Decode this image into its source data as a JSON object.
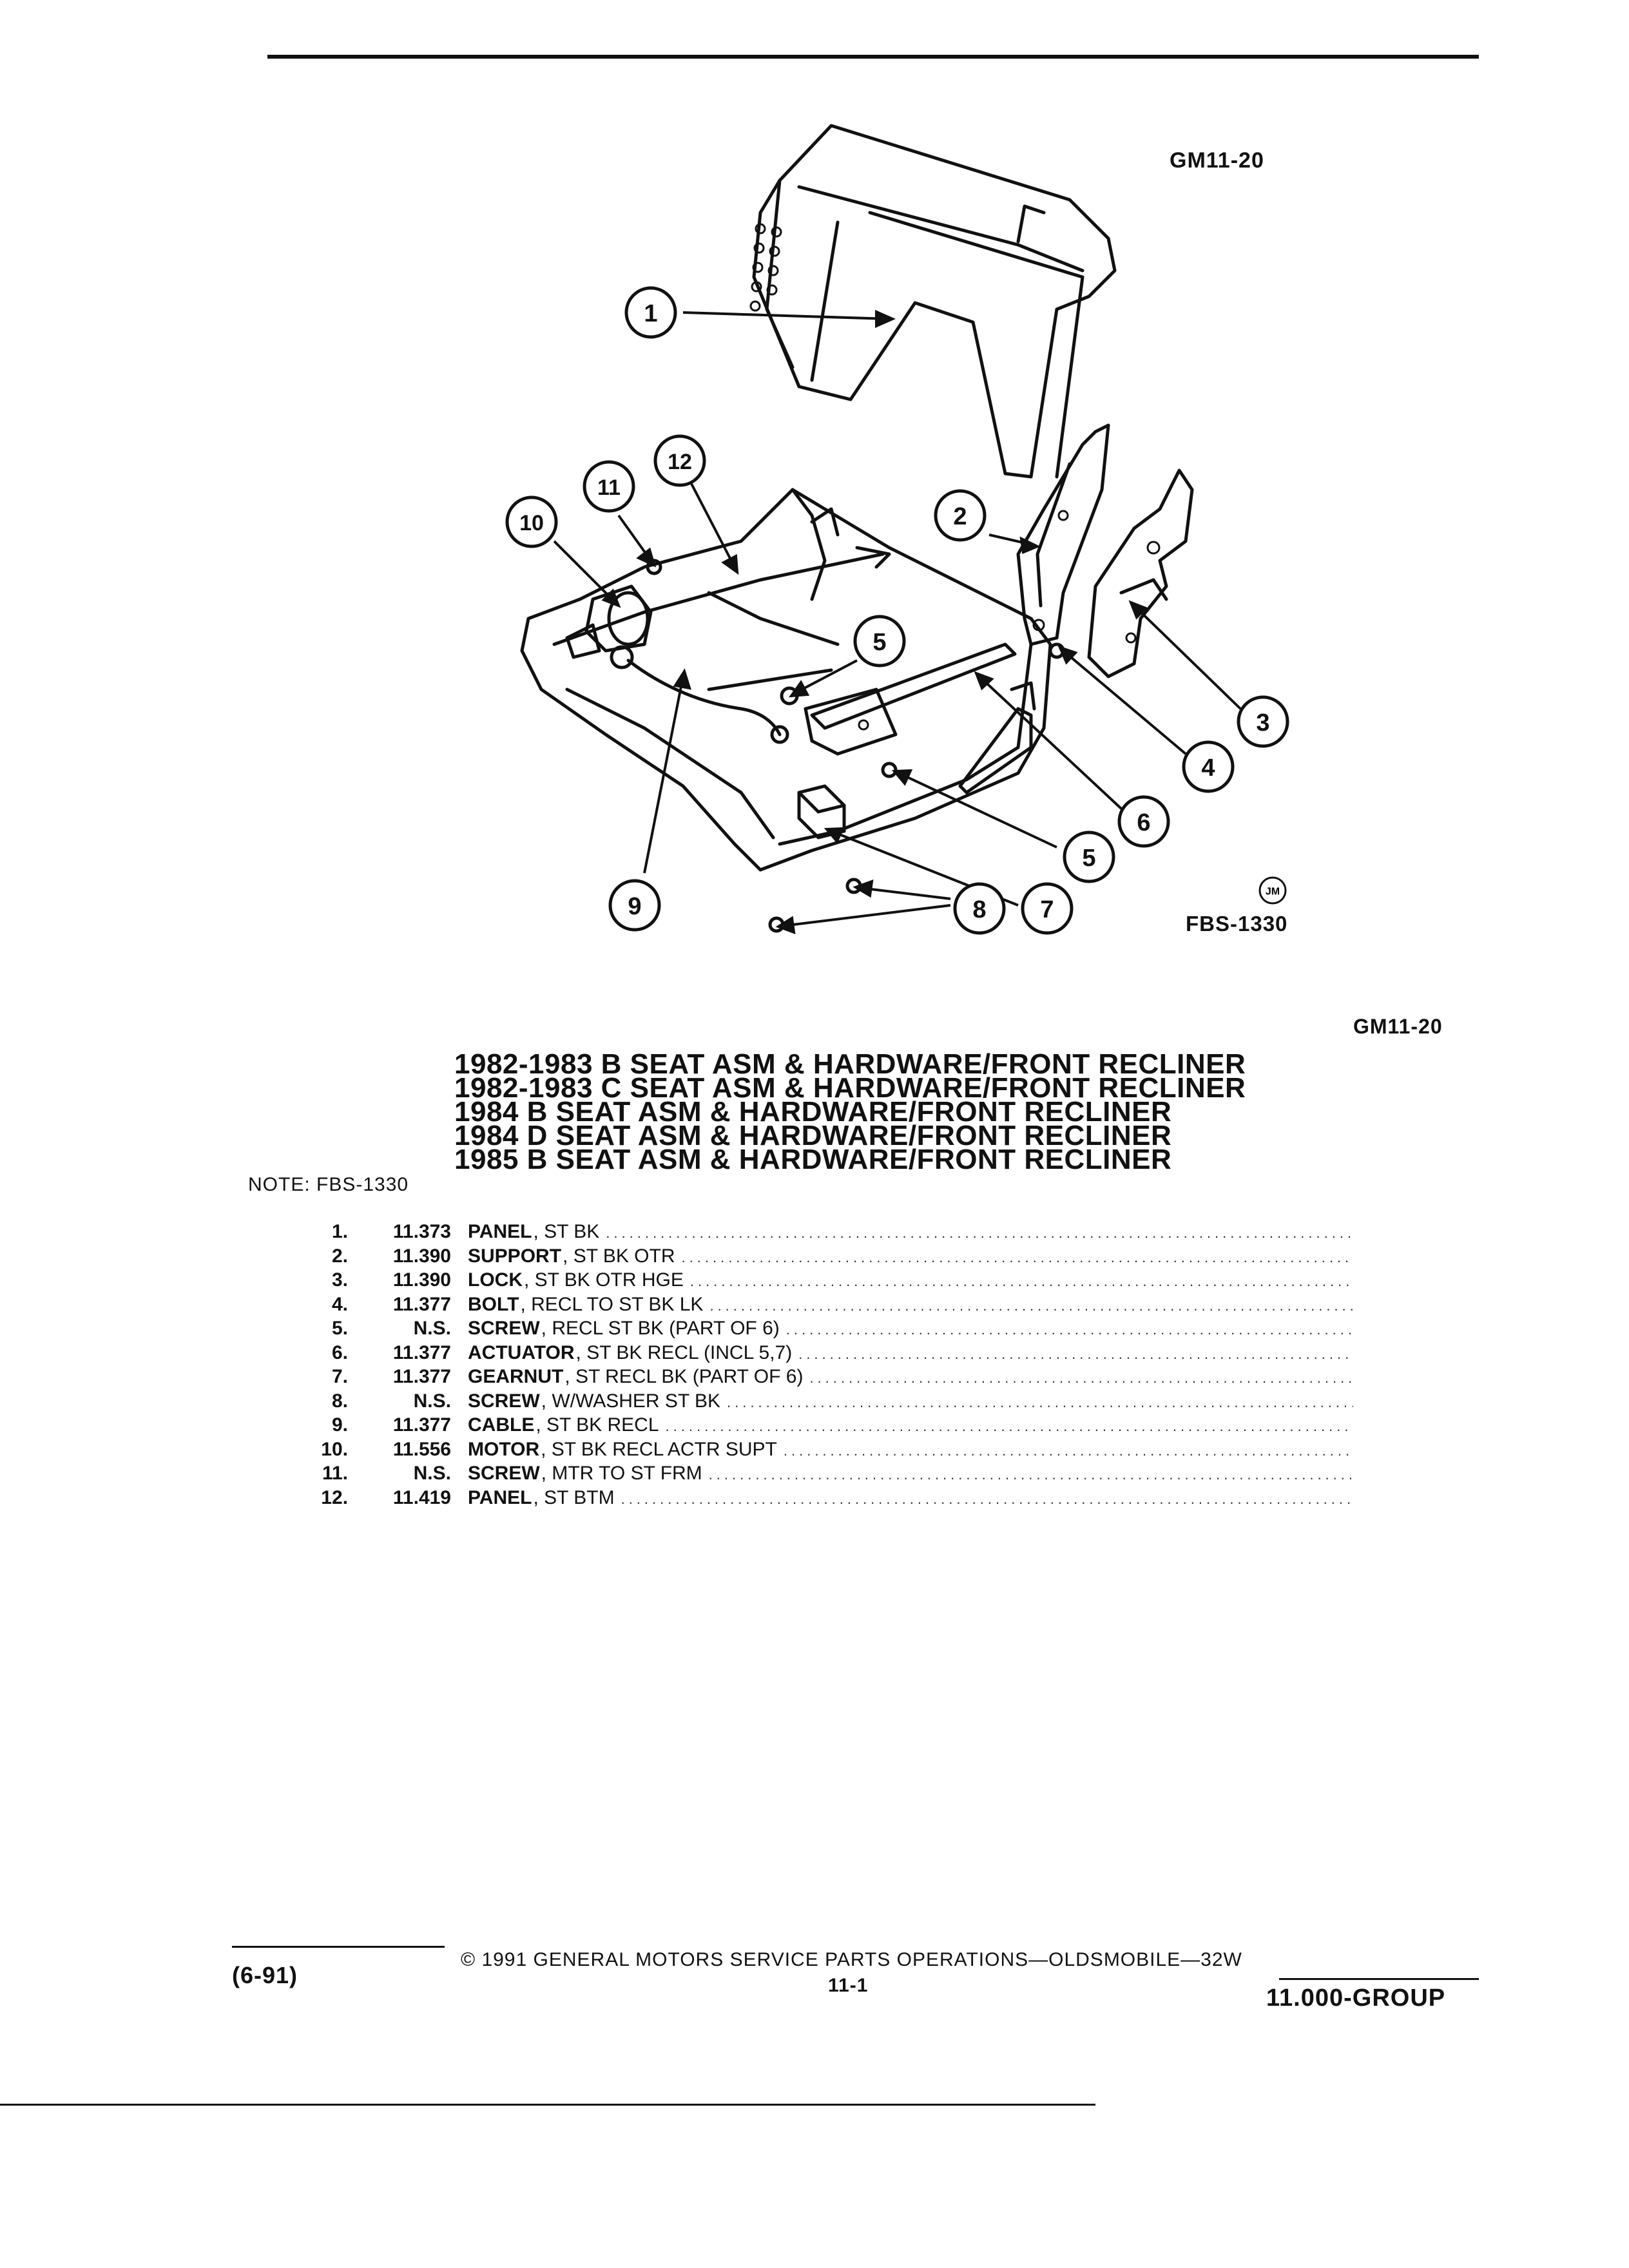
{
  "header": {
    "figure_code": "GM11-20",
    "illustration_code": "FBS-1330",
    "mark": "JM"
  },
  "callouts": [
    "1",
    "2",
    "3",
    "4",
    "5",
    "6",
    "7",
    "8",
    "9",
    "10",
    "11",
    "12",
    "5"
  ],
  "section": {
    "code": "GM11-20",
    "titles": [
      "1982-1983 B SEAT ASM & HARDWARE/FRONT RECLINER",
      "1982-1983 C SEAT ASM & HARDWARE/FRONT RECLINER",
      "1984 B SEAT ASM & HARDWARE/FRONT RECLINER",
      "1984 D SEAT ASM & HARDWARE/FRONT RECLINER",
      "1985 B SEAT ASM & HARDWARE/FRONT RECLINER"
    ],
    "note_label": "NOTE:",
    "note_value": "FBS-1330"
  },
  "parts": [
    {
      "num": "1.",
      "group": "11.373",
      "name": "PANEL",
      "desc": ", ST BK"
    },
    {
      "num": "2.",
      "group": "11.390",
      "name": "SUPPORT",
      "desc": ", ST BK OTR"
    },
    {
      "num": "3.",
      "group": "11.390",
      "name": "LOCK",
      "desc": ", ST BK OTR HGE"
    },
    {
      "num": "4.",
      "group": "11.377",
      "name": "BOLT",
      "desc": ", RECL TO ST BK LK"
    },
    {
      "num": "5.",
      "group": "N.S.",
      "name": "SCREW",
      "desc": ", RECL ST BK (PART OF 6)"
    },
    {
      "num": "6.",
      "group": "11.377",
      "name": "ACTUATOR",
      "desc": ", ST BK RECL (INCL 5,7)"
    },
    {
      "num": "7.",
      "group": "11.377",
      "name": "GEARNUT",
      "desc": ", ST RECL BK (PART OF 6)"
    },
    {
      "num": "8.",
      "group": "N.S.",
      "name": "SCREW",
      "desc": ", W/WASHER ST BK"
    },
    {
      "num": "9.",
      "group": "11.377",
      "name": "CABLE",
      "desc": ", ST BK RECL"
    },
    {
      "num": "10.",
      "group": "11.556",
      "name": "MOTOR",
      "desc": ", ST BK RECL ACTR SUPT"
    },
    {
      "num": "11.",
      "group": "N.S.",
      "name": "SCREW",
      "desc": ", MTR TO ST FRM"
    },
    {
      "num": "12.",
      "group": "11.419",
      "name": "PANEL",
      "desc": ", ST BTM"
    }
  ],
  "footer": {
    "date": "(6-91)",
    "copyright": "© 1991 GENERAL MOTORS SERVICE PARTS OPERATIONS—OLDSMOBILE—32W",
    "page": "11-1",
    "group": "11.000-GROUP"
  }
}
